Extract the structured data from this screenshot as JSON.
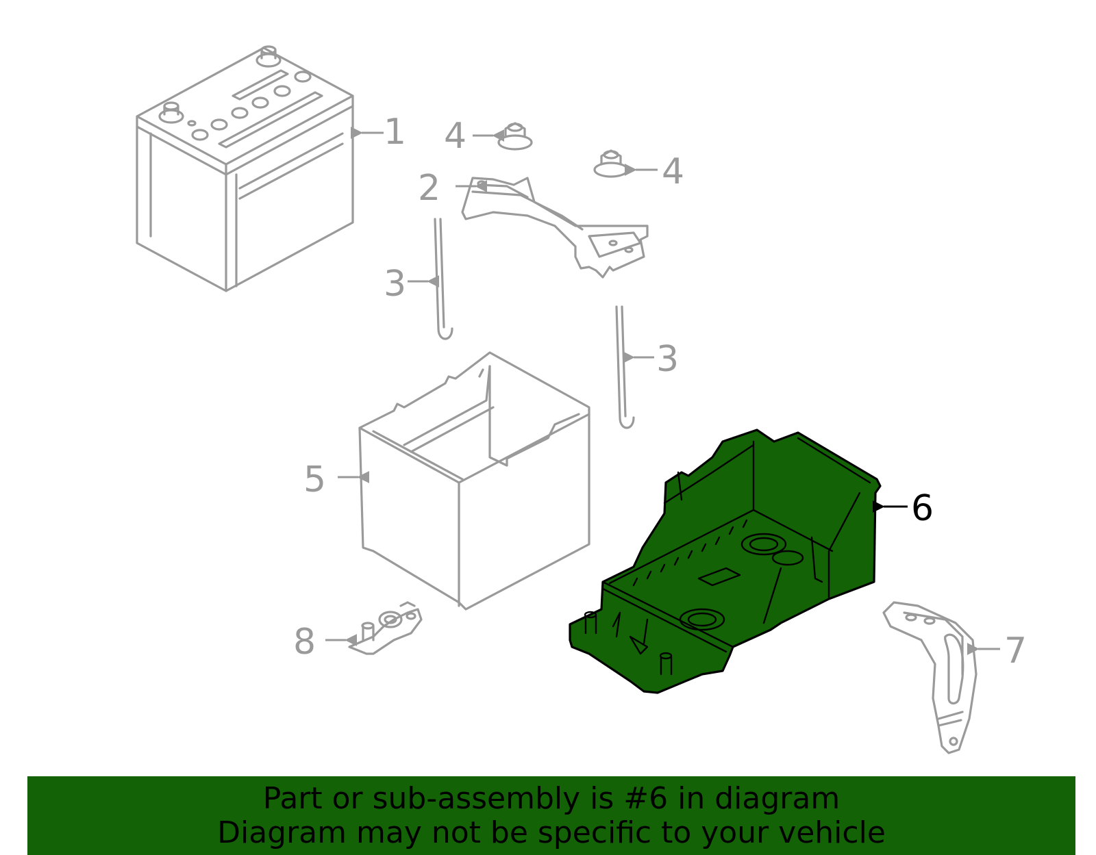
{
  "diagram": {
    "callouts": [
      {
        "label": "1",
        "part": "battery"
      },
      {
        "label": "2",
        "part": "hold-down-bracket"
      },
      {
        "label": "3",
        "part": "hold-down-rod-left"
      },
      {
        "label": "3",
        "part": "hold-down-rod-right"
      },
      {
        "label": "4",
        "part": "nut-left"
      },
      {
        "label": "4",
        "part": "nut-right"
      },
      {
        "label": "5",
        "part": "battery-case"
      },
      {
        "label": "6",
        "part": "battery-tray"
      },
      {
        "label": "7",
        "part": "support-bracket"
      },
      {
        "label": "8",
        "part": "clamp"
      }
    ],
    "highlighted_part": "6"
  },
  "banner": {
    "line1": "Part or sub-assembly is #6 in diagram",
    "line2": "Diagram may not be specific to your vehicle"
  },
  "colors": {
    "highlight": "#136306",
    "part_line": "#9a9a9a",
    "active_line": "#000000"
  }
}
